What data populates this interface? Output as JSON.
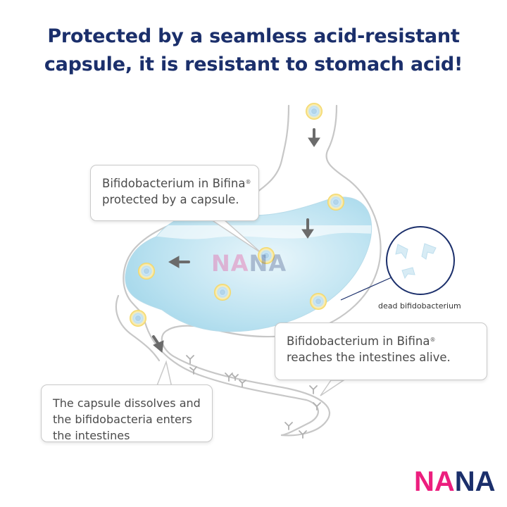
{
  "headline": {
    "line1": "Protected by a seamless acid-resistant",
    "line2": "capsule, it is resistant to stomach acid!"
  },
  "callouts": {
    "capsule": {
      "line1": "Bifidobacterium in Bifina",
      "line1_mark": "®",
      "line2": "protected by a capsule."
    },
    "alive": {
      "line1": "Bifidobacterium in Bifina",
      "line1_mark": "®",
      "line2": "reaches the intestines alive."
    },
    "dissolve": {
      "line1": "The capsule dissolves and",
      "line2": "the bifidobacteria enters",
      "line3": "the intestines"
    }
  },
  "labels": {
    "dead": "dead bifidobacterium"
  },
  "watermark": {
    "part1": "NA",
    "part2": "NA"
  },
  "logo": {
    "part1": "NA",
    "part2": "NA"
  },
  "colors": {
    "headline": "#1b2f6b",
    "brand_pink": "#ec1e7e",
    "brand_navy": "#1b2f6b",
    "stomach_fluid": "#a9d8ea",
    "capsule_ring": "#f2d35a"
  },
  "icons": [
    "capsule-icon",
    "down-arrow-icon",
    "bacteria-icon",
    "magnifier-circle-icon"
  ]
}
